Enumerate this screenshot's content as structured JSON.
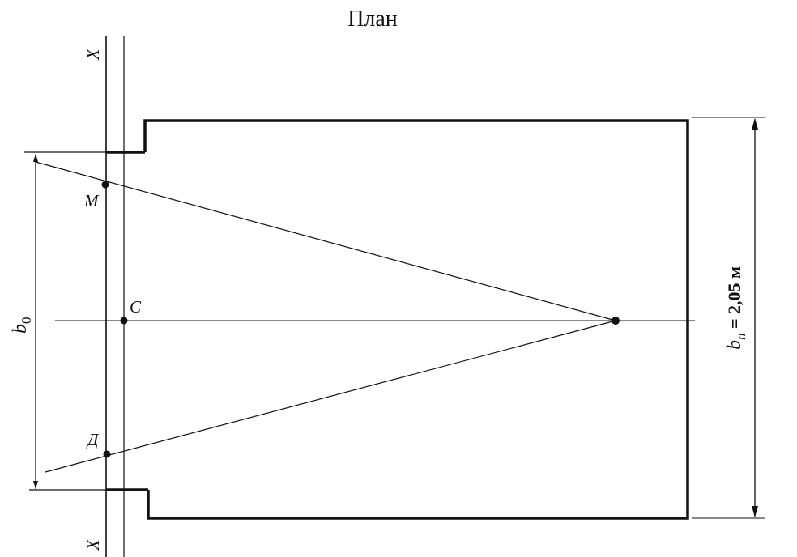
{
  "title": "План",
  "labels": {
    "axis_top": "X",
    "axis_bottom": "X",
    "point_m": "М",
    "point_c": "C",
    "point_d": "Д",
    "b0_main": "b",
    "b0_sub": "0",
    "bp_main": "b",
    "bp_sub": "п",
    "bp_value": " = 2,05 м"
  },
  "colors": {
    "line": "#111111",
    "background": "#ffffff"
  }
}
